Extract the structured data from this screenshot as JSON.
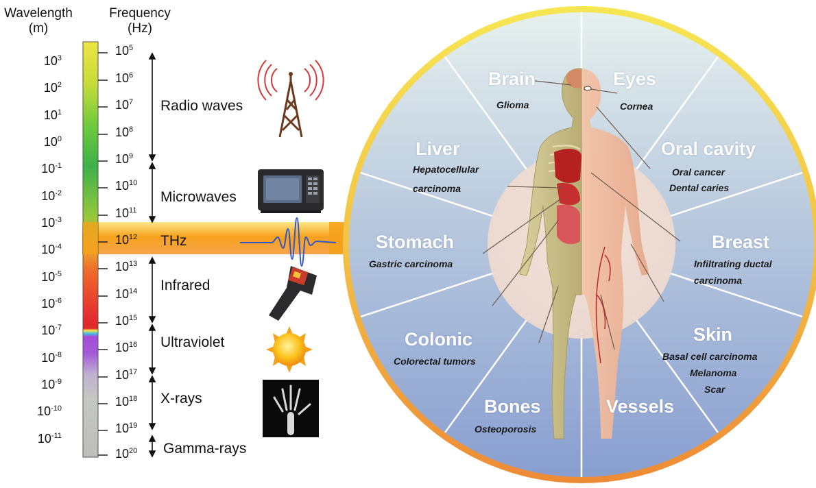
{
  "headers": {
    "wavelength": "Wavelength",
    "wavelength_unit": "(m)",
    "frequency": "Frequency",
    "frequency_unit": "(Hz)"
  },
  "wavelength_ticks": [
    {
      "base": "10",
      "exp": "3"
    },
    {
      "base": "10",
      "exp": "2"
    },
    {
      "base": "10",
      "exp": "1"
    },
    {
      "base": "10",
      "exp": "0"
    },
    {
      "base": "10",
      "exp": "-1"
    },
    {
      "base": "10",
      "exp": "-2"
    },
    {
      "base": "10",
      "exp": "-3"
    },
    {
      "base": "10",
      "exp": "-4"
    },
    {
      "base": "10",
      "exp": "-5"
    },
    {
      "base": "10",
      "exp": "-6"
    },
    {
      "base": "10",
      "exp": "-7"
    },
    {
      "base": "10",
      "exp": "-8"
    },
    {
      "base": "10",
      "exp": "-9"
    },
    {
      "base": "10",
      "exp": "-10"
    },
    {
      "base": "10",
      "exp": "-11"
    }
  ],
  "frequency_ticks": [
    {
      "base": "10",
      "exp": "5"
    },
    {
      "base": "10",
      "exp": "6"
    },
    {
      "base": "10",
      "exp": "7"
    },
    {
      "base": "10",
      "exp": "8"
    },
    {
      "base": "10",
      "exp": "9"
    },
    {
      "base": "10",
      "exp": "10"
    },
    {
      "base": "10",
      "exp": "11"
    },
    {
      "base": "10",
      "exp": "12"
    },
    {
      "base": "10",
      "exp": "13"
    },
    {
      "base": "10",
      "exp": "14"
    },
    {
      "base": "10",
      "exp": "15"
    },
    {
      "base": "10",
      "exp": "16"
    },
    {
      "base": "10",
      "exp": "17"
    },
    {
      "base": "10",
      "exp": "18"
    },
    {
      "base": "10",
      "exp": "19"
    },
    {
      "base": "10",
      "exp": "20"
    }
  ],
  "bands": {
    "radio": "Radio waves",
    "microwaves": "Microwaves",
    "thz": "THz",
    "infrared": "Infrared",
    "ultraviolet": "Ultraviolet",
    "xrays": "X-rays",
    "gamma": "Gamma-rays"
  },
  "organs": {
    "brain": {
      "name": "Brain",
      "disease": "Glioma"
    },
    "eyes": {
      "name": "Eyes",
      "disease": "Cornea"
    },
    "liver": {
      "name": "Liver",
      "disease_1": "Hepatocellular",
      "disease_2": "carcinoma"
    },
    "oral": {
      "name": "Oral cavity",
      "disease_1": "Oral cancer",
      "disease_2": "Dental caries"
    },
    "stomach": {
      "name": "Stomach",
      "disease": "Gastric carcinoma"
    },
    "breast": {
      "name": "Breast",
      "disease_1": "Infiltrating ductal",
      "disease_2": "carcinoma"
    },
    "colonic": {
      "name": "Colonic",
      "disease": "Colorectal tumors"
    },
    "skin": {
      "name": "Skin",
      "disease_1": "Basal cell carcinoma",
      "disease_2": "Melanoma",
      "disease_3": "Scar"
    },
    "bones": {
      "name": "Bones",
      "disease": "Osteoporosis"
    },
    "vessels": {
      "name": "Vessels"
    }
  },
  "colors": {
    "thz_band": "#f7a21b",
    "circle_ring_top": "#f5e04a",
    "circle_ring_bottom": "#ef9838",
    "circle_fill_top": "#e3eeec",
    "circle_fill_bottom": "#8aa0cf",
    "inner_circle": "#f4e4d8"
  }
}
